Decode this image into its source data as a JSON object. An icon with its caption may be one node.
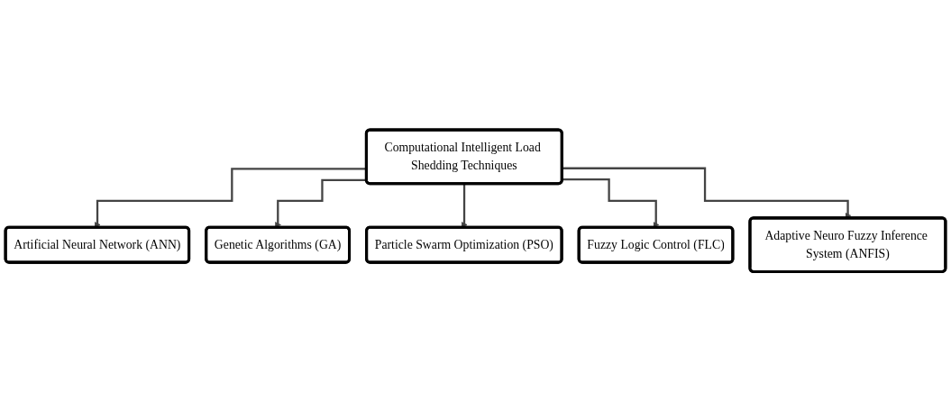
{
  "diagram": {
    "nodes": [
      {
        "text": [
          "Computational Intelligent Load Shedding Techniques"
        ]
      },
      {
        "text": [
          "Artificial Neural Network (ANN)"
        ]
      },
      {
        "text": [
          "Particle Swarm Optimization (PSO)"
        ]
      },
      {
        "text": [
          "Adaptive Neuro Fuzzy Inference System (ANFIS)"
        ]
      },
      {
        "text": [
          "Genetic Algorithms (GA)"
        ]
      },
      {
        "text": [
          "Fuzzy Logic Control (FLC)"
        ]
      }
    ],
    "edges": [
      {
        "from": 0,
        "to": 1,
        "arrow": "to"
      },
      {
        "from": 0,
        "to": 4,
        "arrow": "to"
      },
      {
        "from": 0,
        "to": 2,
        "arrow": "to"
      },
      {
        "from": 0,
        "to": 5,
        "arrow": "to"
      },
      {
        "from": 0,
        "to": 3,
        "arrow": "to"
      }
    ]
  }
}
